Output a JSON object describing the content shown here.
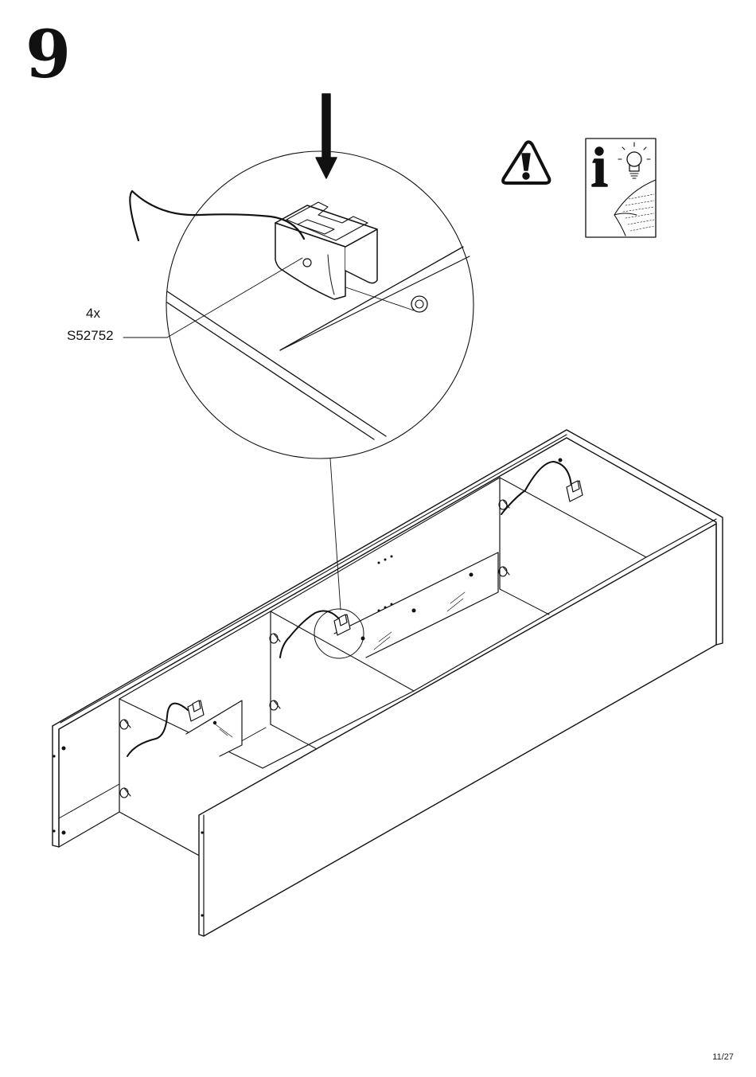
{
  "step": {
    "number": "9"
  },
  "detail": {
    "quantity": "4x",
    "part_code": "S52752"
  },
  "icons": {
    "warning": "warning-triangle-icon",
    "info": "info-lightbulb-icon"
  },
  "footer": {
    "page": "11/27"
  },
  "colors": {
    "ink": "#111111",
    "paper": "#ffffff"
  }
}
